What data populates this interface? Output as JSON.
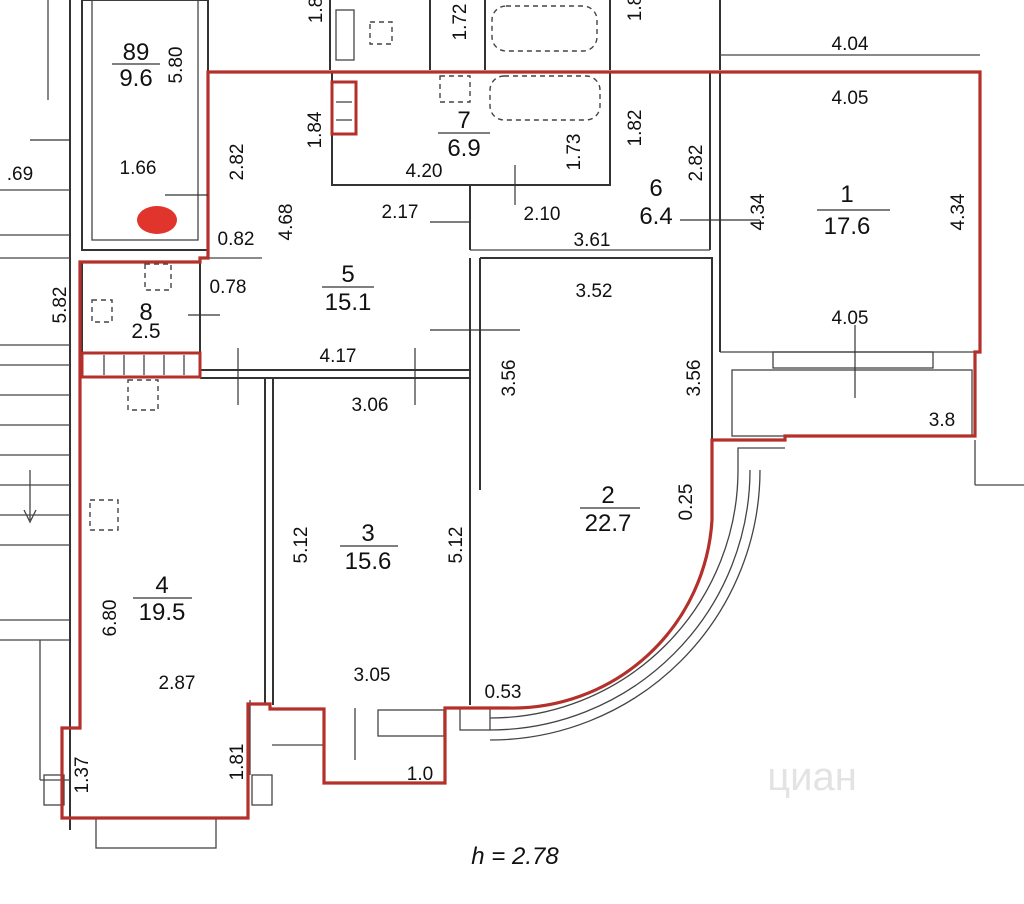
{
  "plan": {
    "height_label": "h = 2.78",
    "watermark": "циан",
    "accent_color": "#b3312a"
  },
  "rooms": [
    {
      "number": "1",
      "area": "17.6"
    },
    {
      "number": "2",
      "area": "22.7"
    },
    {
      "number": "3",
      "area": "15.6"
    },
    {
      "number": "4",
      "area": "19.5"
    },
    {
      "number": "5",
      "area": "15.1"
    },
    {
      "number": "6",
      "area": "6.4"
    },
    {
      "number": "7",
      "area": "6.9"
    },
    {
      "number": "8",
      "area": "2.5"
    },
    {
      "number": "89",
      "area": "9.6"
    }
  ],
  "dimensions": {
    "d_4_04_top": "4.04",
    "d_4_05_top": "4.05",
    "d_4_34_left": "4.34",
    "d_4_34_right": "4.34",
    "d_4_05_bottom": "4.05",
    "d_3_8": "3.8",
    "d_3_52": "3.52",
    "d_3_56_left": "3.56",
    "d_3_56_right": "3.56",
    "d_0_25": "0.25",
    "d_0_53": "0.53",
    "d_3_61": "3.61",
    "d_2_82_room6": "2.82",
    "d_1_82": "1.82",
    "d_1_73": "1.73",
    "d_4_20": "4.20",
    "d_2_10": "2.10",
    "d_1_84": "1.84",
    "d_4_68": "4.68",
    "d_2_17": "2.17",
    "d_2_82_left": "2.82",
    "d_0_82": "0.82",
    "d_0_78": "0.78",
    "d_5_80": "5.80",
    "d_1_66": "1.66",
    "d_69": ".69",
    "d_5_82": "5.82",
    "d_4_17": "4.17",
    "d_3_06": "3.06",
    "d_5_12_left": "5.12",
    "d_5_12_right": "5.12",
    "d_3_05": "3.05",
    "d_1_0": "1.0",
    "d_6_80": "6.80",
    "d_2_87": "2.87",
    "d_1_37": "1.37",
    "d_1_81": "1.81",
    "d_1_72": "1.72",
    "d_1_8": "1.8",
    "d_1_8b": "1.8"
  }
}
